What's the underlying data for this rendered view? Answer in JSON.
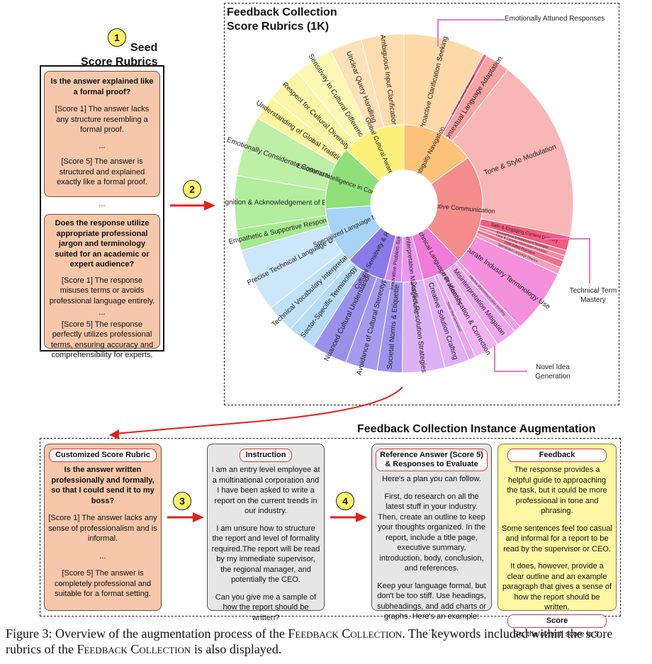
{
  "steps": {
    "s1": "1",
    "s2": "2",
    "s3": "3",
    "s4": "4"
  },
  "seed": {
    "title_line1": "Seed",
    "title_line2": "Score Rubrics",
    "card1": {
      "question": "Is the answer explained like a formal proof?",
      "score1": "[Score 1] The answer lacks any structure resembling a formal proof.",
      "ellipsis": "...",
      "score5": "[Score 5] The answer is structured and explained exactly like a formal proof."
    },
    "between": "...",
    "card2": {
      "question": "Does the response utilize appropriate professional jargon and terminology suited for an academic or expert audience?",
      "score1": "[Score 1] The response misuses terms or avoids professional language entirely.",
      "ellipsis": "...",
      "score5": "[Score 5] The response perfectly utilizes professional terms, ensuring accuracy and comprehensibility for experts."
    }
  },
  "wheel": {
    "title_line1": "Feedback Collection",
    "title_line2": "Score Rubrics (1K)",
    "callouts": {
      "emotional": "Emotionally Attuned Responses",
      "technical": "Technical Term Mastery",
      "novel": "Novel Idea Generation"
    }
  },
  "chart_data": {
    "type": "sunburst",
    "title": "Feedback Collection Score Rubrics (1K)",
    "inner": [
      {
        "name": "Ambiguity Navigation",
        "color": "#fdc27a",
        "value": 44
      },
      {
        "name": "Adaptive Communication",
        "color": "#f58d8d",
        "value": 66
      },
      {
        "name": "Industry & Technical Language Proficiency",
        "color": "#f07ad8",
        "value": 24
      },
      {
        "name": "Error & Misinterpretation Management",
        "color": "#ea96f0",
        "value": 13
      },
      {
        "name": "Innovative Problem Solving",
        "color": "#d889ee",
        "value": 10
      },
      {
        "name": "Cultural Sensitivity & Respect",
        "color": "#8a79e8",
        "value": 24
      },
      {
        "name": "Specialized Language Mastery",
        "color": "#a7d4f6",
        "value": 34
      },
      {
        "name": "Emotional Intelligence in Communication",
        "color": "#8fe07a",
        "value": 38
      },
      {
        "name": "Global Cultural Awareness",
        "color": "#fbf17a",
        "value": 38
      }
    ],
    "outer": [
      {
        "name": "Proactive Clarification Seeking",
        "color": "#ffd9a8",
        "value": 23
      },
      {
        "name": "Emotionally Attuned Responses",
        "color": "#f15f8a",
        "value": 1
      },
      {
        "name": "Contextual Language Adaptation",
        "color": "#f9a3a3",
        "value": 7
      },
      {
        "name": "Tone & Style Modulation",
        "color": "#f9b6b6",
        "value": 52
      },
      {
        "name": "Safe & Engaging Content Delivery",
        "color": "#f45a7e",
        "value": 4
      },
      {
        "name": "Engagement Enhancement Strategies",
        "color": "#f47a92",
        "value": 1.5
      },
      {
        "name": "Clear & Concise Information Provision",
        "color": "#f58aa0",
        "value": 1.5
      },
      {
        "name": "Child Safety Promotion",
        "color": "#f36e8c",
        "value": 2
      },
      {
        "name": "Specialized Language Fluency",
        "color": "#f2a0bc",
        "value": 2
      },
      {
        "name": "Accurate Industry Terminology Use",
        "color": "#f590dc",
        "value": 18
      },
      {
        "name": "Effective Miscommunication Handling",
        "color": "#ef9ee8",
        "value": 2
      },
      {
        "name": "Misinterpretation Mitigation",
        "color": "#eea8ee",
        "value": 6
      },
      {
        "name": "Error Identification & Correction",
        "color": "#f1b4f1",
        "value": 7
      },
      {
        "name": "Novel Idea Generation",
        "color": "#e8a4f2",
        "value": 2
      },
      {
        "name": "Creative Solution Crafting",
        "color": "#e3b0f4",
        "value": 7
      },
      {
        "name": "Conflict Resolution Strategies",
        "color": "#dcb1f6",
        "value": 12
      },
      {
        "name": "Societal Norms & Etiquette",
        "color": "#9f93ef",
        "value": 7
      },
      {
        "name": "Avoidance of Cultural Stereotypes",
        "color": "#a59bee",
        "value": 9
      },
      {
        "name": "Nuanced Cultural Understanding",
        "color": "#9a90ea",
        "value": 10
      },
      {
        "name": "Sector-Specific Terminology",
        "color": "#b7dcf8",
        "value": 8
      },
      {
        "name": "Technical Vocabulary Interpretation",
        "color": "#c1e1f8",
        "value": 8
      },
      {
        "name": "Precise Technical Language Use",
        "color": "#cce6fa",
        "value": 18
      },
      {
        "name": "Empathetic & Supportive Responses",
        "color": "#a6ea8f",
        "value": 6
      },
      {
        "name": "Recognition & Acknowledgement of Emotions",
        "color": "#b2ee9d",
        "value": 15
      },
      {
        "name": "Emotionally Considerate Communication",
        "color": "#bdf0a6",
        "value": 17
      },
      {
        "name": "Understanding of Global Traditions",
        "color": "#fcf59e",
        "value": 7
      },
      {
        "name": "Respect for Cultural Diversity",
        "color": "#fcf5a8",
        "value": 10
      },
      {
        "name": "Sensitivity to Cultural Differences",
        "color": "#fdf7b4",
        "value": 11
      },
      {
        "name": "Unclear Query Handling",
        "color": "#ffe1b8",
        "value": 9
      },
      {
        "name": "Ambiguous Input Clarification",
        "color": "#ffdcae",
        "value": 12
      }
    ]
  },
  "augmentation": {
    "title": "Feedback Collection Instance Augmentation",
    "rubric": {
      "label": "Customized Score Rubric",
      "question": "Is the answer written professionally and formally, so that I could send it to my boss?",
      "score1": "[Score 1] The answer lacks any sense of professionalism and is informal.",
      "ellipsis": "...",
      "score5": "[Score 5] The answer is completely professional and suitable for a format setting."
    },
    "instruction": {
      "label": "Instruction",
      "p1": "I am an entry level employee at a multinational corporation and I have been asked to write a report on the current trends in our industry.",
      "p2": "I am unsure how to structure the report and level of formality required.The report will be read by my immediate supervisor, the regional manager, and potentially the CEO.",
      "p3": "Can you give me a sample of how the report should be written?"
    },
    "reference": {
      "label": "Reference Answer (Score 5) & Responses to Evaluate",
      "p1": "Here's a plan you can follow.",
      "p2": "First, do research on all the latest stuff in your industry. Then, create an outline to keep your thoughts organized. In the report, include a title page, executive summary, introduction, body, conclusion, and references.",
      "p3": "Keep your language formal, but don't be too stiff. Use headings, subheadings, and add charts or graphs. Here's an example:",
      "p4": "..."
    },
    "feedback": {
      "label": "Feedback",
      "p1": "The response provides a helpful guide to approaching the task, but it could be more professional in tone and phrasing.",
      "p2": "Some sentences feel too casual and informal for a report to be read by the supervisor or CEO.",
      "p3": "It does, however, provide a clear outline and an example paragraph that gives a sense of how the report should be written.",
      "score_label": "Score",
      "score_text": "So, the overall score is 3."
    }
  },
  "caption": {
    "prefix": "Figure 3: Overview of the augmentation process of the",
    "name1": "Feedback Collection",
    "middle": ". The keywords included within the score rubrics of the",
    "name2": "Feedback Collection",
    "suffix": "is also displayed."
  },
  "colors": {
    "arrow": "#e3201b",
    "seed_card": "#f6c7aa",
    "instruction_card": "#e6e6e6",
    "feedback_card": "#fff7a3"
  }
}
